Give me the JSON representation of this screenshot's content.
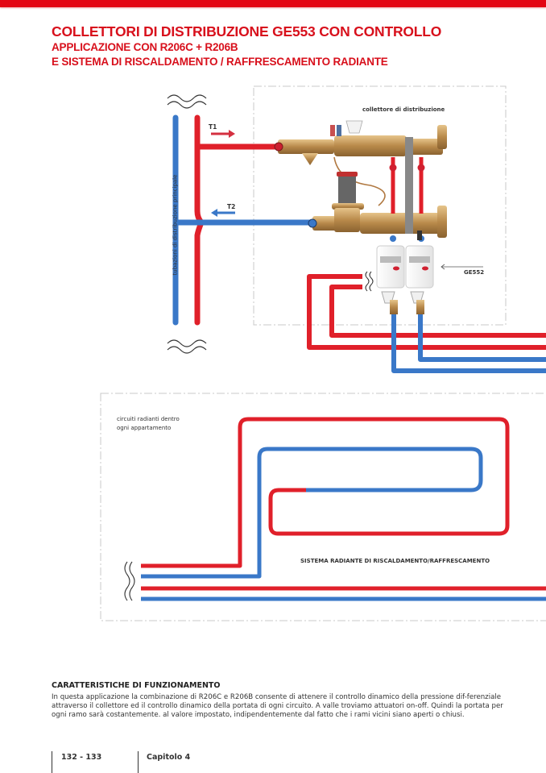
{
  "header": {
    "title": "COLLETTORI DI DISTRIBUZIONE GE553 CON CONTROLLO",
    "subtitle_1": "APPLICAZIONE CON R206C + R206B",
    "subtitle_2": "E SISTEMA DI RISCALDAMENTO / RAFFRESCAMENTO RADIANTE",
    "accent_color": "#e30613"
  },
  "diagram": {
    "labels": {
      "collector": "collettore di distribuzione",
      "main_pipes": "tubazioni di distribuzione principale",
      "t1": "T1",
      "t2": "T2",
      "meter": "GE552",
      "radiant_circuits_line1": "circuiti radianti dentro",
      "radiant_circuits_line2": "ogni appartamento",
      "radiant_system": "SISTEMA RADIANTE DI RISCALDAMENTO/RAFFRESCAMENTO"
    },
    "colors": {
      "supply": "#e0202a",
      "return": "#3a78c8",
      "brass": "#c49a5a"
    }
  },
  "content": {
    "section_title": "CARATTERISTICHE DI FUNZIONAMENTO",
    "paragraph": "In questa applicazione la combinazione di R206C e R206B consente di attenere il controllo dinamico della pressione dif-ferenziale attraverso il collettore ed il controllo dinamico della portata di ogni circuito. A valle troviamo attuatori on-off. Quindi la portata per ogni ramo sarà costantemente. al valore impostato, indipendentemente dal fatto che i rami vicini siano aperti o chiusi."
  },
  "footer": {
    "pages": "132 - 133",
    "chapter": "Capitolo 4"
  }
}
